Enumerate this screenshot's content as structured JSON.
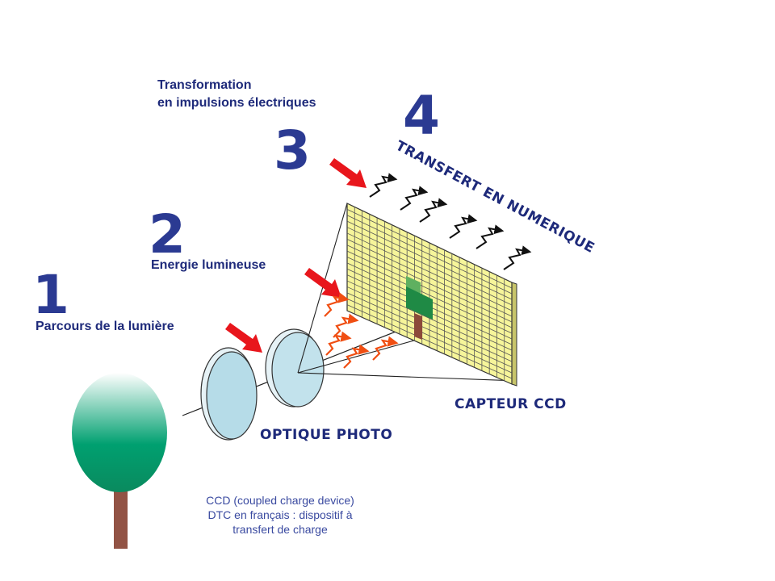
{
  "steps": [
    {
      "number": "1",
      "label": "Parcours de la lumière"
    },
    {
      "number": "2",
      "label": "Energie lumineuse"
    },
    {
      "number": "3",
      "label_line1": "Transformation",
      "label_line2": "en impulsions électriques"
    },
    {
      "number": "4",
      "label": "TRANSFERT EN NUMERIQUE"
    }
  ],
  "labels": {
    "optique": "OPTIQUE PHOTO",
    "capteur": "CAPTEUR CCD"
  },
  "note": {
    "line1": "CCD (coupled charge device)",
    "line2": "DTC en français : dispositif à",
    "line3": "transfert de charge"
  },
  "colors": {
    "number_blue": "#2B3A92",
    "arrow_red": "#E8161C",
    "spark_orange": "#F04E12",
    "sensor_yellow": "#F6F59A",
    "sensor_grid": "#555555",
    "lens_blue": "#B6DCE8",
    "tree_green": "#00A070",
    "trunk_brown": "#925345"
  }
}
